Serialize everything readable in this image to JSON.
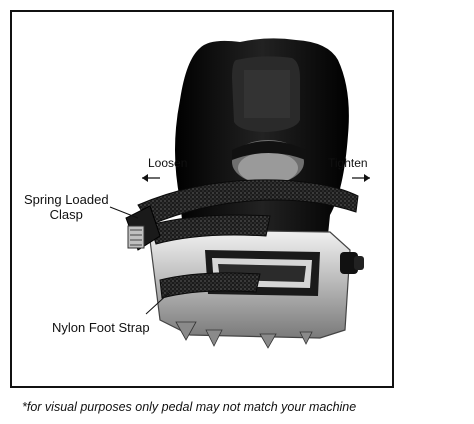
{
  "labels": {
    "loosen": "Loosen",
    "tighten": "Tighten",
    "clasp_line1": "Spring Loaded",
    "clasp_line2": "Clasp",
    "strap": "Nylon Foot Strap"
  },
  "caption": "*for visual purposes only pedal may not match your machine",
  "colors": {
    "pedal_body": "#0d0d0d",
    "metal": "#c9c9c9",
    "strap": "#1a1a1a"
  }
}
